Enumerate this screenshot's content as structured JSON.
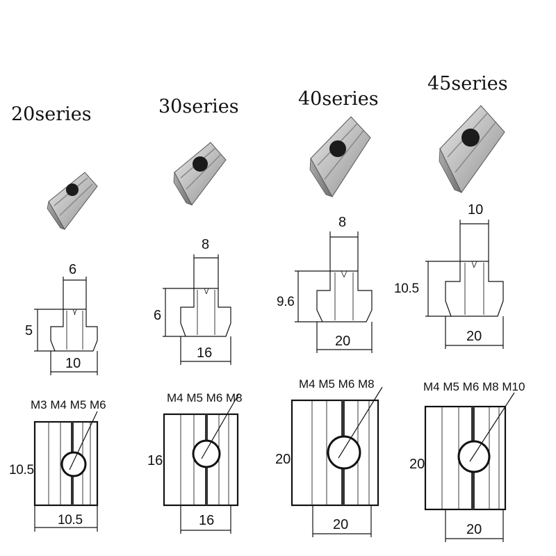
{
  "series": [
    {
      "title": "20series",
      "profile": {
        "top_width": "6",
        "height": "5",
        "bottom_width": "10"
      },
      "plan": {
        "threads": "M3 M4 M5 M6",
        "height": "10.5",
        "width": "10.5"
      }
    },
    {
      "title": "30series",
      "profile": {
        "top_width": "8",
        "height": "6",
        "bottom_width": "16"
      },
      "plan": {
        "threads": "M4 M5 M6 M8",
        "height": "16",
        "width": "16"
      }
    },
    {
      "title": "40series",
      "profile": {
        "top_width": "8",
        "height": "9.6",
        "bottom_width": "20"
      },
      "plan": {
        "threads": "M4 M5 M6 M8",
        "height": "20",
        "width": "20"
      }
    },
    {
      "title": "45series",
      "profile": {
        "top_width": "10",
        "height": "10.5",
        "bottom_width": "20"
      },
      "plan": {
        "threads": "M4 M5 M6 M8 M10",
        "height": "20",
        "width": "20"
      }
    }
  ]
}
